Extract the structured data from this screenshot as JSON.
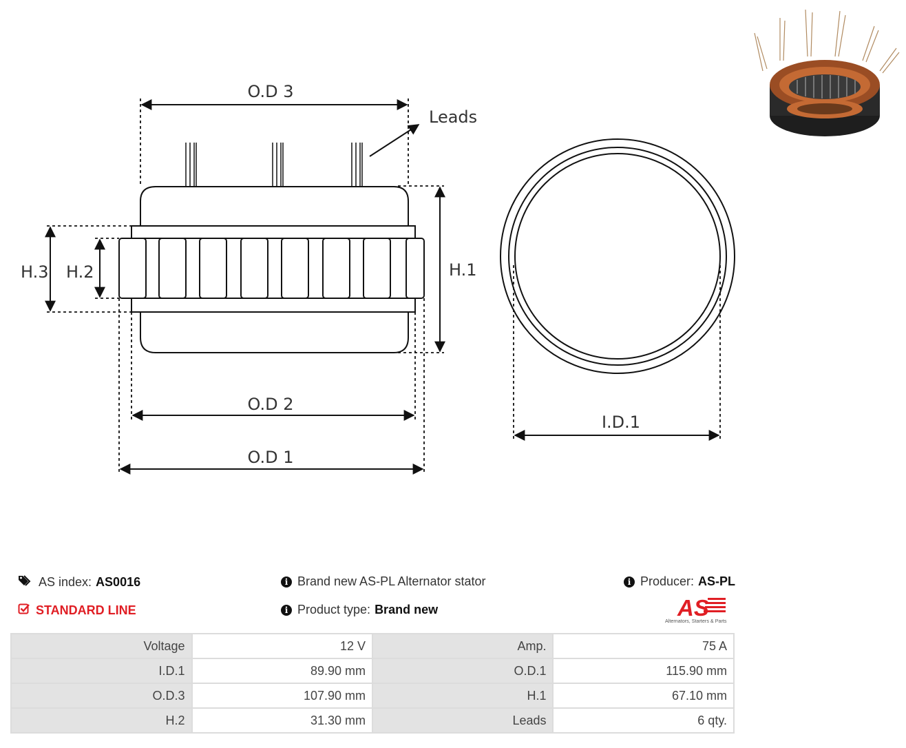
{
  "drawing": {
    "labels": {
      "od3": "O.D 3",
      "leads": "Leads",
      "h1": "H.1",
      "h2": "H.2",
      "h3": "H.3",
      "od2": "O.D 2",
      "od1": "O.D 1",
      "id1": "I.D.1"
    }
  },
  "info": {
    "as_index_label": "AS index:",
    "as_index_value": "AS0016",
    "standard_line": "STANDARD LINE",
    "description": "Brand new AS-PL Alternator stator",
    "product_type_label": "Product type:",
    "product_type_value": "Brand new",
    "producer_label": "Producer:",
    "producer_value": "AS-PL",
    "logo_text": "AS",
    "logo_tagline": "Alternators, Starters & Parts"
  },
  "specs": [
    {
      "key1": "Voltage",
      "val1": "12 V",
      "key2": "Amp.",
      "val2": "75 A"
    },
    {
      "key1": "I.D.1",
      "val1": "89.90 mm",
      "key2": "O.D.1",
      "val2": "115.90 mm"
    },
    {
      "key1": "O.D.3",
      "val1": "107.90 mm",
      "key2": "H.1",
      "val2": "67.10 mm"
    },
    {
      "key1": "H.2",
      "val1": "31.30 mm",
      "key2": "Leads",
      "val2": "6 qty."
    }
  ],
  "colors": {
    "accent_red": "#e01e24",
    "table_key_bg": "#e3e3e3",
    "line": "#111111"
  },
  "icons": [
    "tag-icon",
    "check-square-icon",
    "info-circle-icon"
  ]
}
